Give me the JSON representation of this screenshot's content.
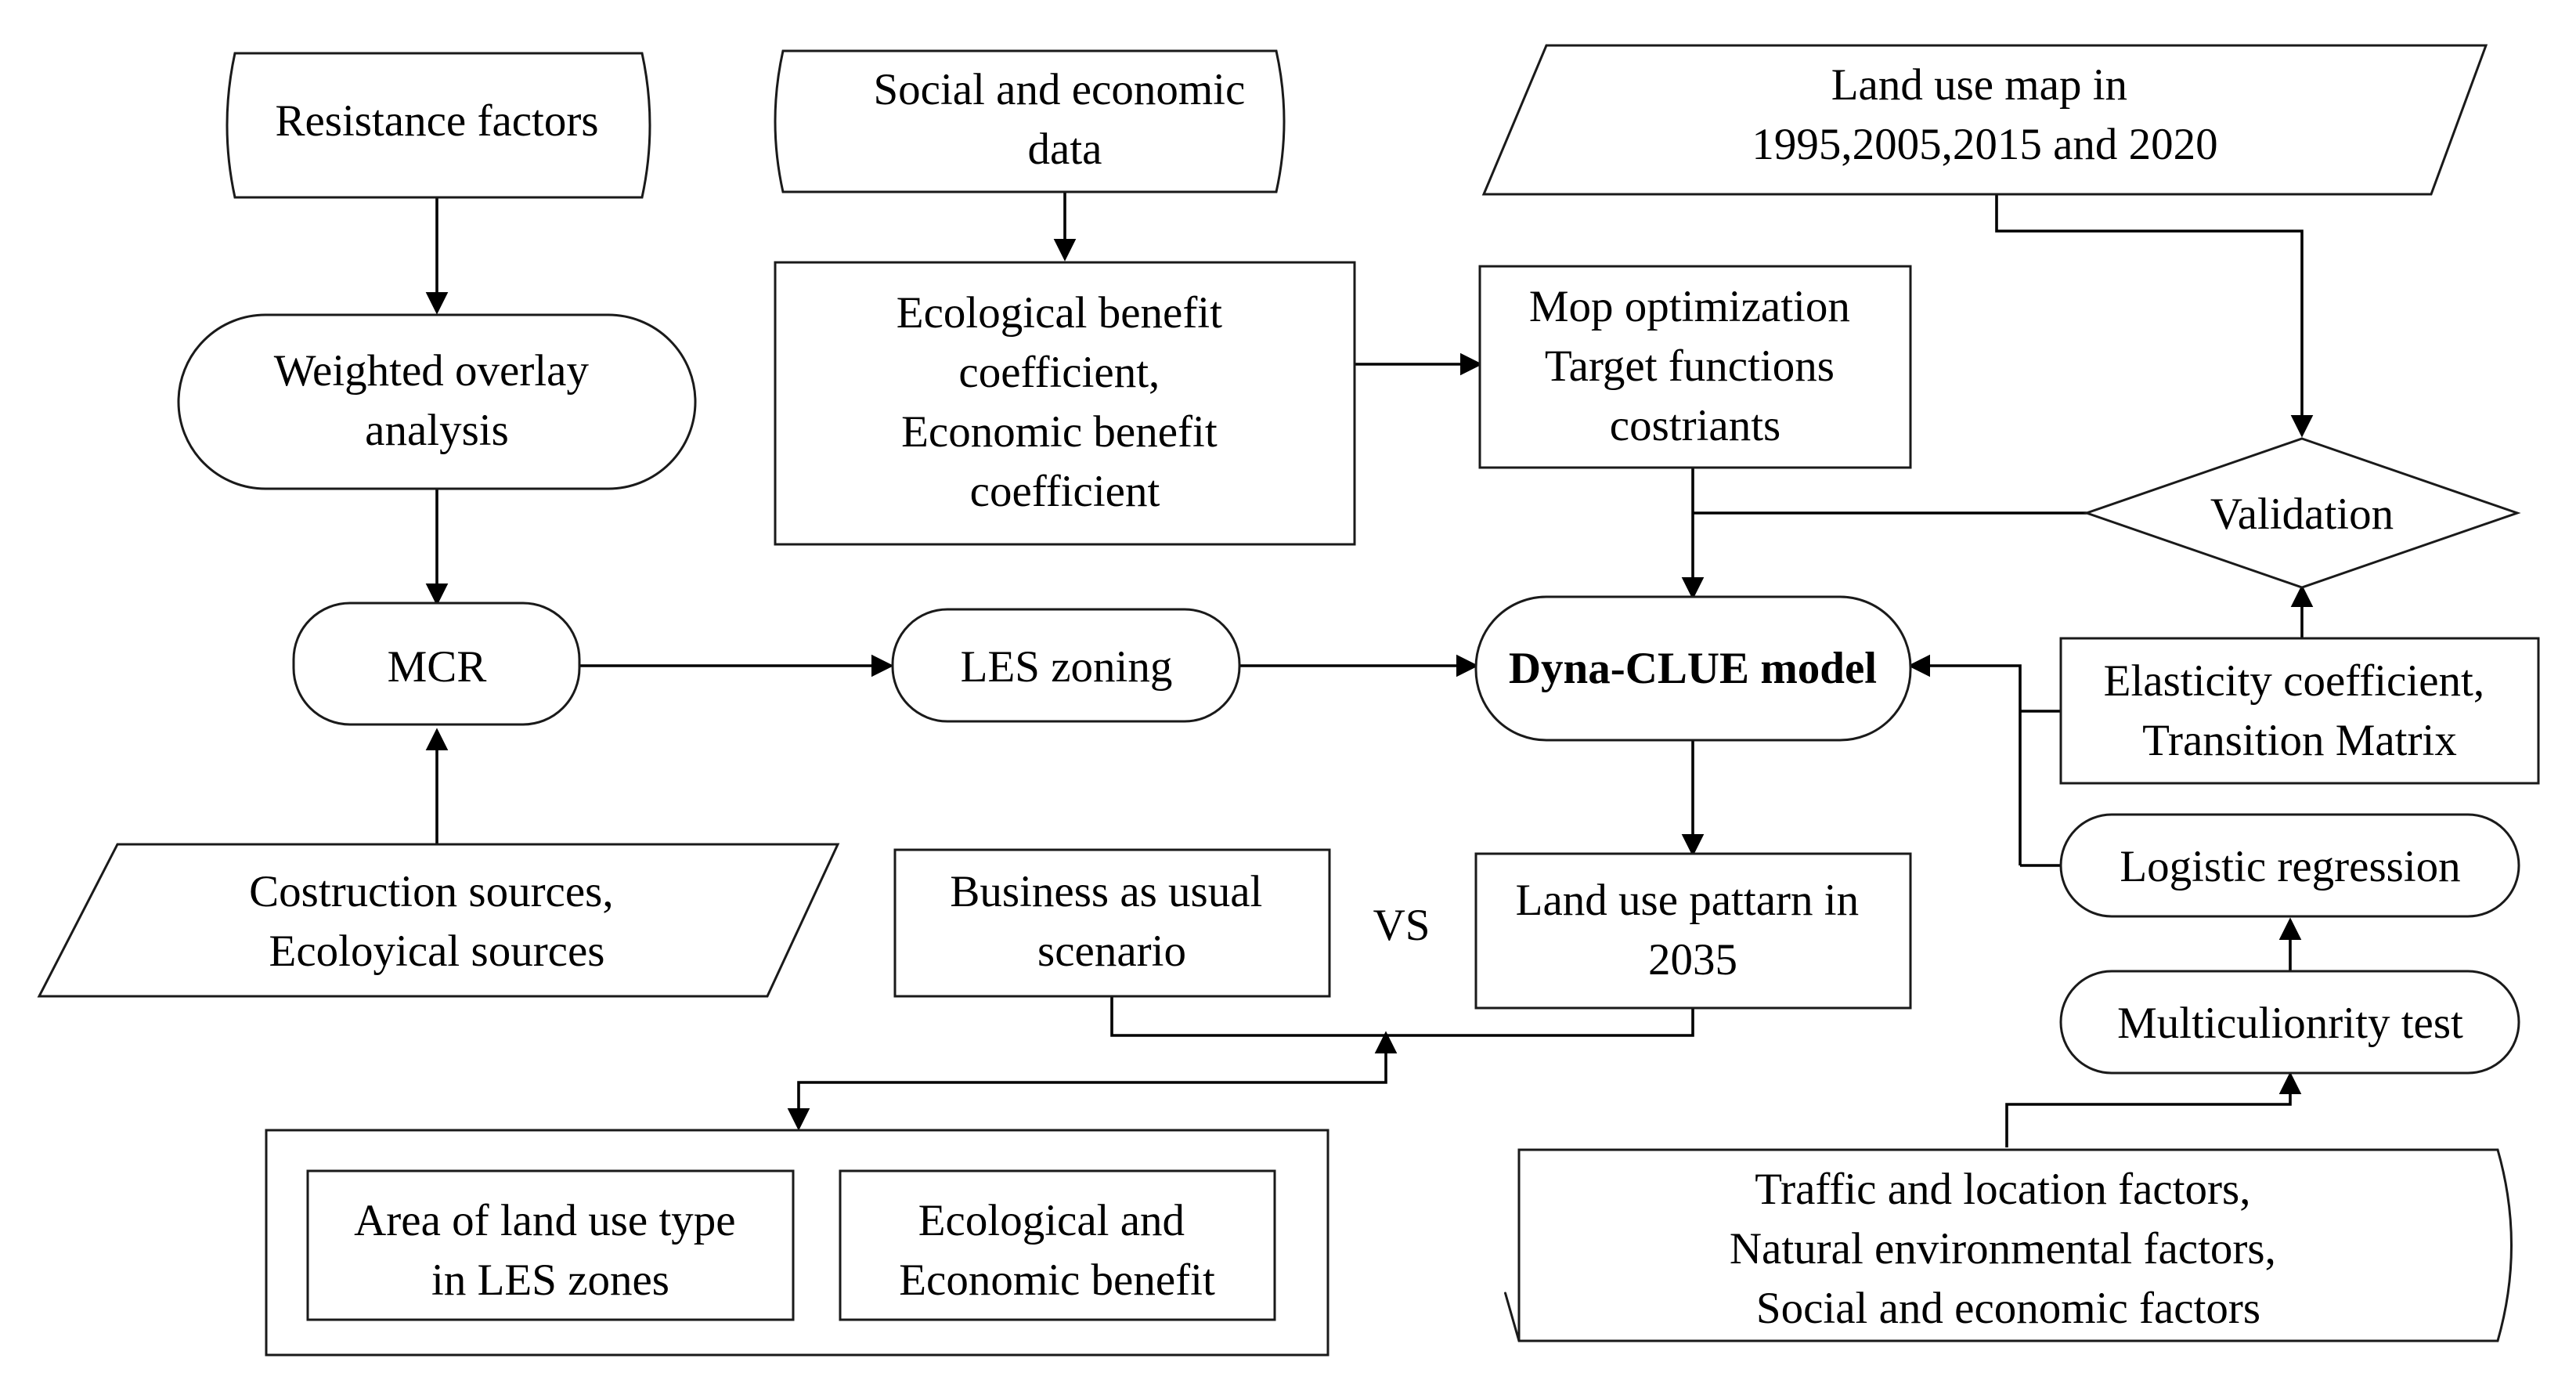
{
  "nodes": {
    "resistance_factors": [
      "Resistance factors"
    ],
    "social_economic_data": [
      "Social and economic",
      "data"
    ],
    "land_use_map": [
      "Land use map in",
      "1995,2005,2015 and 2020"
    ],
    "weighted_overlay": [
      "Weighted overlay",
      "analysis"
    ],
    "benefit_coefficients": [
      "Ecological benefit",
      "coefficient,",
      "Economic benefit",
      "coefficient"
    ],
    "mop_optimization": [
      "Mop optimization",
      "Target functions",
      "costriants"
    ],
    "validation": [
      "Validation"
    ],
    "mcr": [
      "MCR"
    ],
    "les_zoning": [
      "LES zoning"
    ],
    "dyna_clue": [
      "Dyna-CLUE model"
    ],
    "elasticity": [
      "Elasticity coefficient,",
      "Transition Matrix"
    ],
    "sources": [
      "Costruction sources,",
      "Ecoloyical sources"
    ],
    "business_as_usual": [
      "Business as usual",
      "scenario"
    ],
    "vs": [
      "VS"
    ],
    "land_use_pattern": [
      "Land use pattarn in",
      "2035"
    ],
    "logistic_regression": [
      "Logistic regression"
    ],
    "multicollinearity": [
      "Multiculionrity test"
    ],
    "area_land_use": [
      "Area of land use type",
      "in LES zones"
    ],
    "eco_econ_benefit": [
      "Ecological and",
      "Economic benefit"
    ],
    "driving_factors": [
      "Traffic and location factors,",
      "Natural environmental factors,",
      "Social and economic factors"
    ]
  },
  "colors": {
    "stroke": "#1a1a1a",
    "fill": "#ffffff",
    "text": "#000000"
  }
}
